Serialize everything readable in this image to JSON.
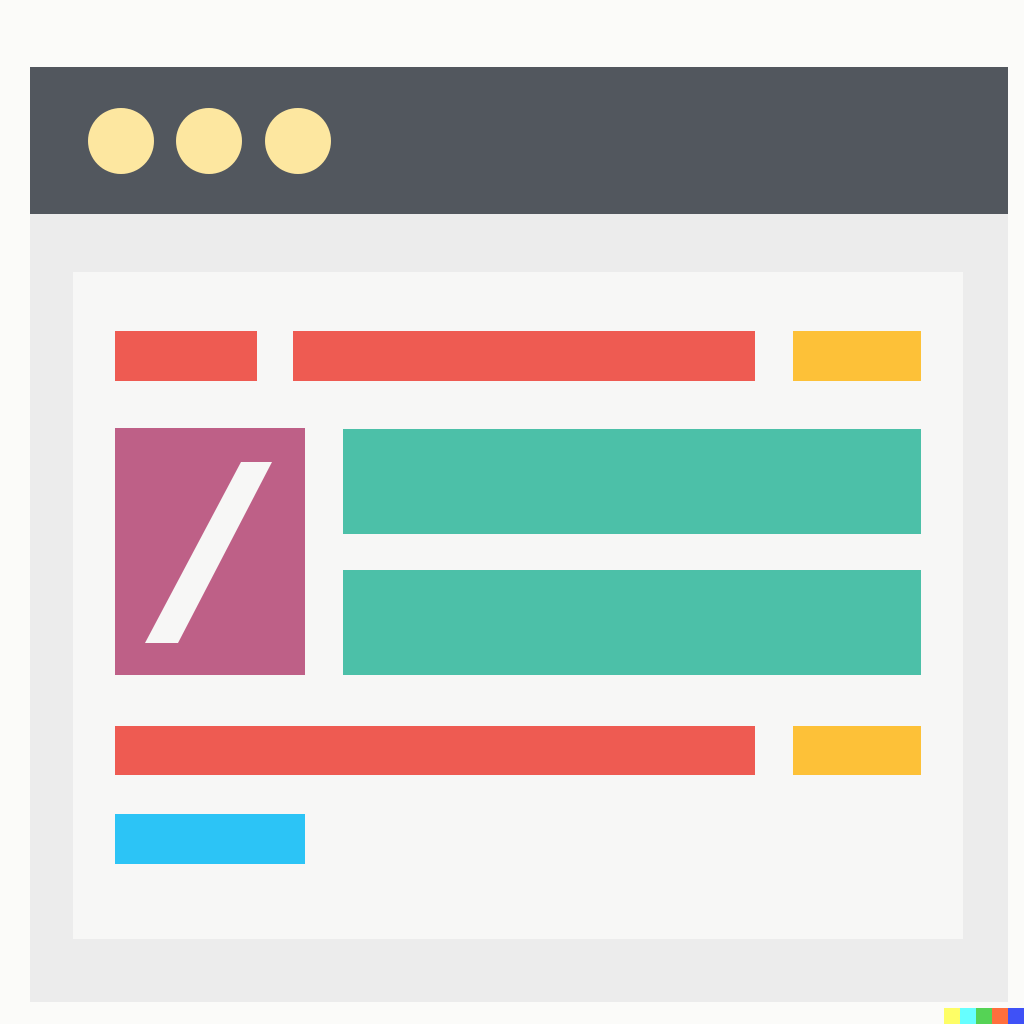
{
  "window": {
    "titlebar_color": "#52575e",
    "frame_color": "#ececec",
    "content_color": "#f7f7f6",
    "traffic_lights": [
      {
        "name": "dot-1",
        "color": "#fde7a0"
      },
      {
        "name": "dot-2",
        "color": "#fde7a0"
      },
      {
        "name": "dot-3",
        "color": "#fde7a0"
      }
    ]
  },
  "content": {
    "row1": [
      {
        "name": "header-block-short",
        "color": "#ee5b52"
      },
      {
        "name": "header-block-long",
        "color": "#ee5b52"
      },
      {
        "name": "header-accent-block",
        "color": "#fdc138"
      }
    ],
    "media_tile": {
      "icon": "slash-icon",
      "color": "#be6087",
      "glyph_color": "#f7f7f6"
    },
    "text_blocks": [
      {
        "name": "text-block-1",
        "color": "#4cc0a8"
      },
      {
        "name": "text-block-2",
        "color": "#4cc0a8"
      }
    ],
    "row2": [
      {
        "name": "footer-block-long",
        "color": "#ee5b52"
      },
      {
        "name": "footer-accent-block",
        "color": "#fdc138"
      }
    ],
    "row3": [
      {
        "name": "link-block",
        "color": "#2cc4f6"
      }
    ]
  },
  "watermark_colors": [
    "#fefe66",
    "#66ffff",
    "#55d355",
    "#ff6f3d",
    "#3f51f7"
  ]
}
